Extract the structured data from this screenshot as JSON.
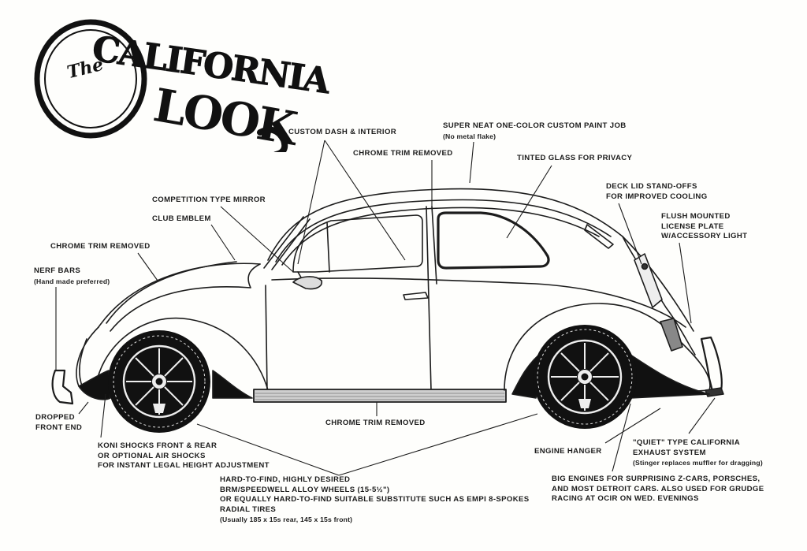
{
  "title": {
    "prefix": "The",
    "word1": "CALIFORNIA",
    "word2": "LOOK"
  },
  "callouts": {
    "custom_dash": [
      "CUSTOM DASH & INTERIOR"
    ],
    "chrome_trim_top": [
      "CHROME TRIM REMOVED"
    ],
    "paint_job": [
      "SUPER NEAT ONE-COLOR CUSTOM PAINT JOB"
    ],
    "paint_job_note": "(No metal flake)",
    "tinted_glass": [
      "TINTED GLASS FOR PRIVACY"
    ],
    "deck_lid": [
      "DECK LID STAND-OFFS",
      "FOR IMPROVED COOLING"
    ],
    "license_plate": [
      "FLUSH MOUNTED",
      "LICENSE PLATE",
      "W/ACCESSORY LIGHT"
    ],
    "mirror": [
      "COMPETITION TYPE MIRROR"
    ],
    "club_emblem": [
      "CLUB EMBLEM"
    ],
    "chrome_trim_hood": [
      "CHROME TRIM REMOVED"
    ],
    "nerf_bars": [
      "NERF BARS"
    ],
    "nerf_bars_note": "(Hand made preferred)",
    "dropped_front": [
      "DROPPED",
      "FRONT END"
    ],
    "chrome_trim_running_board": [
      "CHROME TRIM REMOVED"
    ],
    "koni_shocks": [
      "KONI SHOCKS FRONT & REAR",
      "OR OPTIONAL AIR SHOCKS",
      "FOR INSTANT LEGAL HEIGHT ADJUSTMENT"
    ],
    "wheels": [
      "HARD-TO-FIND, HIGHLY DESIRED",
      "BRM/SPEEDWELL ALLOY WHEELS (15-5½\")",
      "OR EQUALLY HARD-TO-FIND SUITABLE SUBSTITUTE SUCH AS EMPI 8-SPOKES",
      "RADIAL TIRES"
    ],
    "wheels_note": "(Usually 185 x 15s rear, 145 x 15s front)",
    "engine_hanger": [
      "ENGINE HANGER"
    ],
    "exhaust": [
      "\"QUIET\" TYPE CALIFORNIA",
      "EXHAUST SYSTEM"
    ],
    "exhaust_note": "(Stinger replaces muffler for dragging)",
    "big_engines": [
      "BIG ENGINES FOR SURPRISING Z-CARS, PORSCHES,",
      "AND MOST DETROIT CARS. ALSO USED FOR GRUDGE",
      "RACING AT OCIR ON WED. EVENINGS"
    ]
  },
  "colors": {
    "ink": "#1c1c1c",
    "paper": "#fefefc"
  }
}
